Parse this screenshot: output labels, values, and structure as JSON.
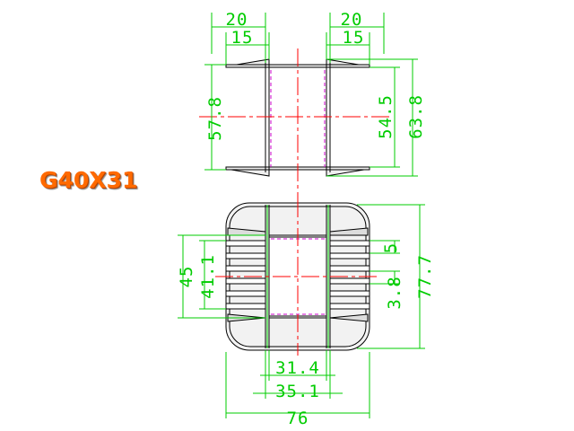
{
  "title": "G40X31",
  "dimensions": {
    "top_left_outer": "20",
    "top_left_inner": "15",
    "top_right_outer": "20",
    "top_right_inner": "15",
    "left_height": "57.8",
    "right_inner_height": "54.5",
    "right_outer_height": "63.8",
    "bottom_left_outer": "45",
    "bottom_left_inner": "41.1",
    "bottom_right_small": "5",
    "bottom_right_pin": "3.8",
    "bottom_right_total": "77.7",
    "bottom_width_inner": "31.4",
    "bottom_width_mid": "35.1",
    "bottom_width_total": "76"
  },
  "colors": {
    "outline": "#000000",
    "dimension": "#00cc00",
    "centerline": "#ff0000",
    "hidden": "#cc00cc",
    "title": "#ff6a00"
  }
}
